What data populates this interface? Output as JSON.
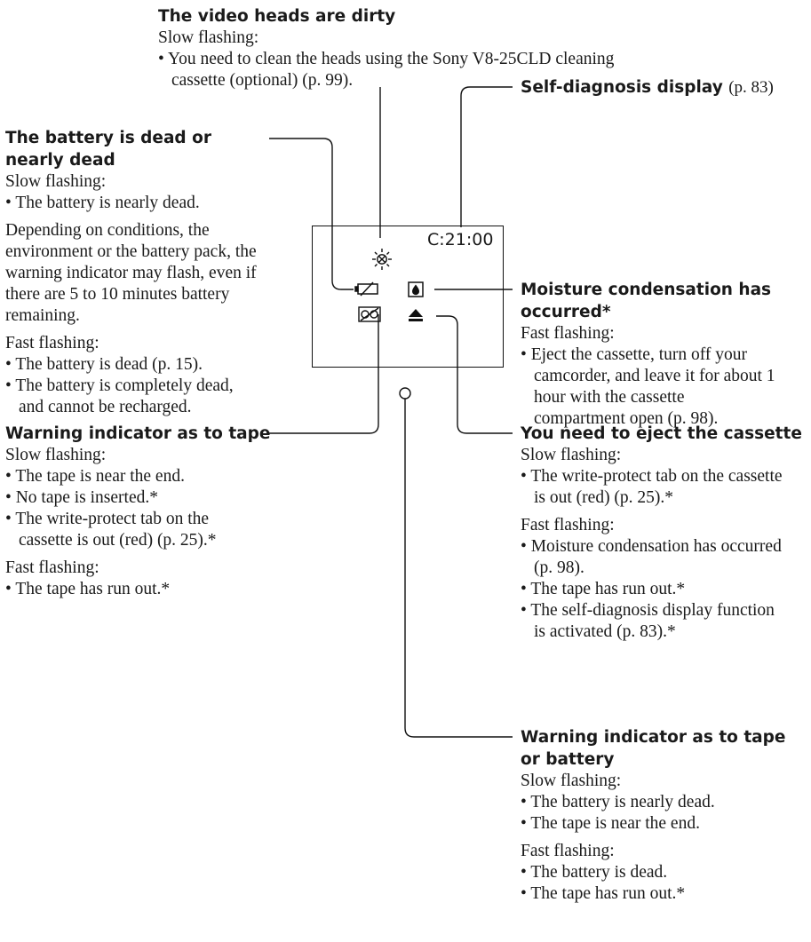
{
  "screen": {
    "counter": "C:21:00",
    "icons": [
      "video-head-icon",
      "battery-icon",
      "moisture-icon",
      "tape-icon",
      "eject-icon"
    ]
  },
  "video_heads": {
    "heading": "The video heads are dirty",
    "sub": "Slow flashing:",
    "bullets": [
      "You need to clean the heads using the Sony V8-25CLD cleaning cassette (optional) (p. 99)."
    ]
  },
  "battery": {
    "heading": "The battery is dead or nearly dead",
    "slow": "Slow flashing:",
    "slow_bullets": [
      "The battery is nearly dead."
    ],
    "note": "Depending on conditions, the environment or the battery pack, the warning indicator may flash, even if there are 5 to 10 minutes battery remaining.",
    "fast": "Fast flashing:",
    "fast_bullets": [
      "The battery is dead (p. 15).",
      "The battery is completely dead, and cannot be recharged."
    ]
  },
  "self_diag": {
    "heading": "Self-diagnosis display",
    "ref": "(p. 83)"
  },
  "moisture": {
    "heading": "Moisture condensation has occurred*",
    "fast": "Fast flashing:",
    "fast_bullets": [
      "Eject the cassette, turn off your camcorder, and leave it for about 1 hour with the cassette compartment open (p. 98)."
    ]
  },
  "tape_warning": {
    "heading": "Warning indicator as to tape",
    "slow": "Slow flashing:",
    "slow_bullets": [
      "The tape is near the end.",
      "No tape is inserted.*",
      "The write-protect tab on the cassette is out (red) (p. 25).*"
    ],
    "fast": "Fast flashing:",
    "fast_bullets": [
      "The tape has run out.*"
    ]
  },
  "eject": {
    "heading": "You need to eject the cassette",
    "slow": "Slow flashing:",
    "slow_bullets": [
      "The write-protect tab on the cassette is out (red) (p. 25).*"
    ],
    "fast": "Fast flashing:",
    "fast_bullets": [
      "Moisture condensation has occurred (p. 98).",
      "The tape has run out.*",
      "The self-diagnosis display function is activated (p. 83).*"
    ]
  },
  "tape_battery": {
    "heading": "Warning indicator as to tape or battery",
    "slow": "Slow flashing:",
    "slow_bullets": [
      "The battery is nearly dead.",
      "The tape is near the end."
    ],
    "fast": "Fast flashing:",
    "fast_bullets": [
      "The battery is dead.",
      "The tape has run out.*"
    ]
  }
}
